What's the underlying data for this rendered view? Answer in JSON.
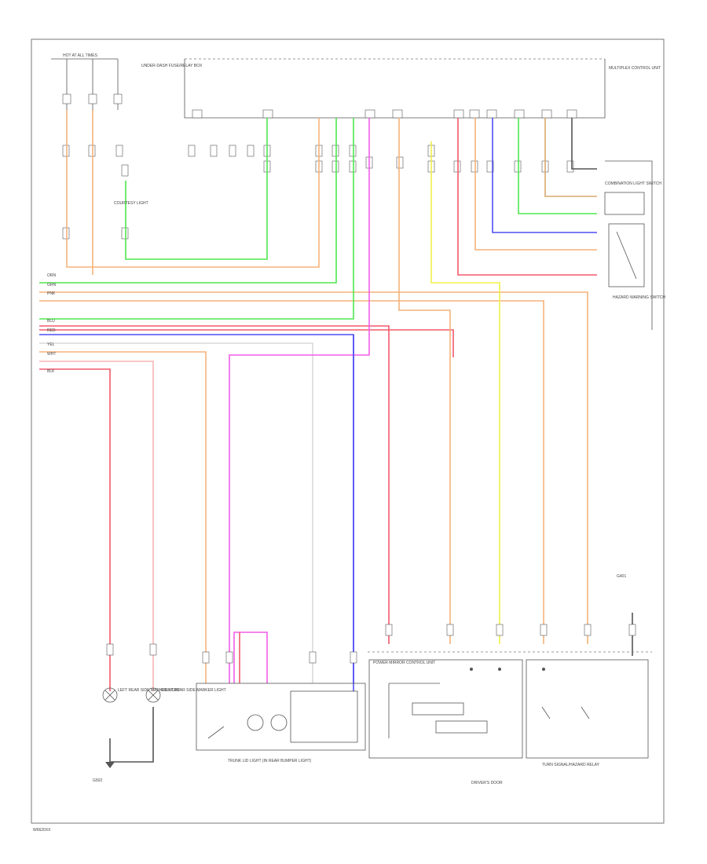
{
  "footer_code": "W6620XX",
  "colors": {
    "orange": "#f5b27a",
    "green": "#4ee84e",
    "pink": "#f05fe8",
    "blue": "#4f4ff5",
    "red": "#f25a6a",
    "yellow": "#f0f04a",
    "tan": "#d7a86e",
    "white": "#d8d8d8",
    "black": "#555555"
  },
  "components": [
    {
      "id": "fusebox",
      "label": "HOT AT ALL TIMES"
    },
    {
      "id": "underdash",
      "label": "UNDER-DASH FUSE/RELAY BOX"
    },
    {
      "id": "multiplex",
      "label": "MULTIPLEX CONTROL UNIT"
    },
    {
      "id": "combo",
      "label": "COMBINATION LIGHT SWITCH"
    },
    {
      "id": "left-lamp",
      "label": "LEFT REAR SIDE MARKER LIGHT"
    },
    {
      "id": "right-lamp",
      "label": "RIGHT REAR SIDE MARKER LIGHT"
    },
    {
      "id": "trunk",
      "label": "TRUNK LID LIGHT (IN REAR BUMPER LIGHT)"
    },
    {
      "id": "power-mirror",
      "label": "POWER MIRROR CONTROL UNIT"
    },
    {
      "id": "hazard",
      "label": "HAZARD WARNING SWITCH"
    },
    {
      "id": "turn-relay",
      "label": "TURN SIGNAL/HAZARD RELAY"
    },
    {
      "id": "ground-g502",
      "label": "G502"
    },
    {
      "id": "ground-g401",
      "label": "G401"
    },
    {
      "id": "driver",
      "label": "DRIVER'S DOOR"
    },
    {
      "id": "courtesy",
      "label": "COURTESY LIGHT"
    }
  ],
  "wires": [
    "ORN",
    "GRN",
    "PNK",
    "BLU",
    "RED",
    "YEL",
    "WHT",
    "BLK"
  ]
}
